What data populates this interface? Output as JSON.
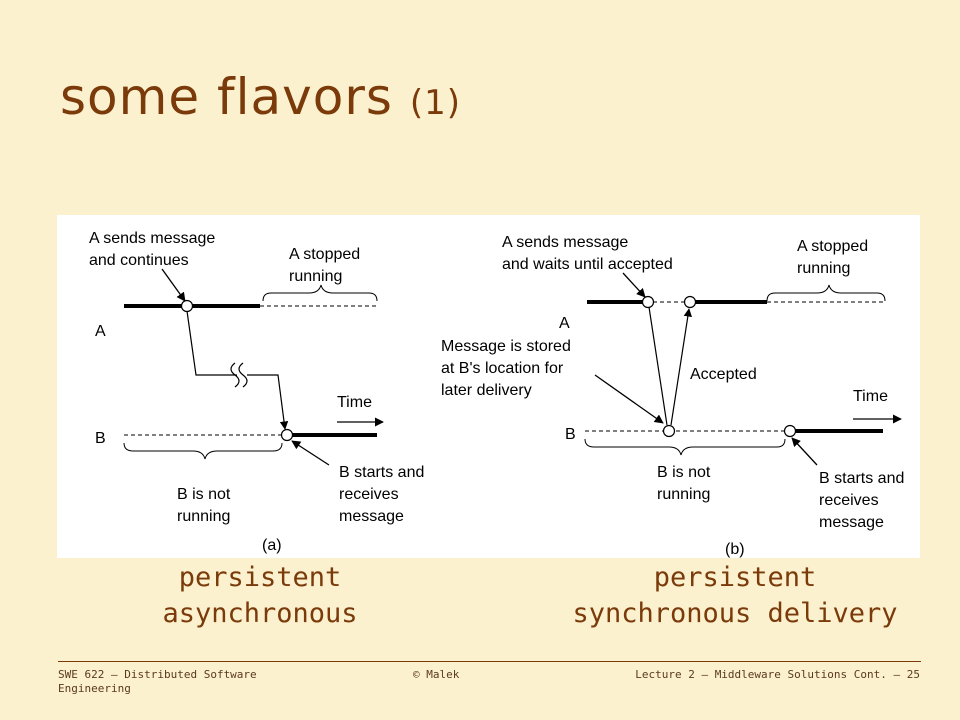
{
  "slide": {
    "title": "some flavors",
    "title_suffix": "(1)"
  },
  "diagram_a": {
    "sender_note_1": "A sends message",
    "sender_note_2": "and continues",
    "stopped_1": "A stopped",
    "stopped_2": "running",
    "label_a": "A",
    "label_b": "B",
    "time": "Time",
    "not_running_1": "B is not",
    "not_running_2": "running",
    "receives_1": "B starts and",
    "receives_2": "receives",
    "receives_3": "message",
    "tag": "(a)"
  },
  "diagram_b": {
    "sender_note_1": "A sends message",
    "sender_note_2": "and waits until accepted",
    "stopped_1": "A stopped",
    "stopped_2": "running",
    "label_a": "A",
    "label_b": "B",
    "stored_1": "Message is stored",
    "stored_2": "at B's location for",
    "stored_3": "later delivery",
    "accepted": "Accepted",
    "time": "Time",
    "not_running_1": "B is not",
    "not_running_2": "running",
    "receives_1": "B starts and",
    "receives_2": "receives",
    "receives_3": "message",
    "tag": "(b)"
  },
  "captions": {
    "left_1": "persistent",
    "left_2": "asynchronous",
    "right_1": "persistent",
    "right_2": "synchronous delivery"
  },
  "footer": {
    "course": "SWE 622 – Distributed Software Engineering",
    "author": "© Malek",
    "lecture": "Lecture 2 – Middleware Solutions Cont. – 25"
  },
  "colors": {
    "background": "#fbf1cf",
    "accent": "#7a3a0a"
  }
}
